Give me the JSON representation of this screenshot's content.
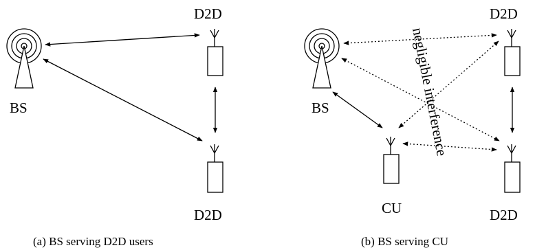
{
  "panel_a": {
    "bs_label": "BS",
    "d2d_top_label": "D2D",
    "d2d_bottom_label": "D2D",
    "caption": "(a) BS serving D2D users"
  },
  "panel_b": {
    "bs_label": "BS",
    "d2d_top_label": "D2D",
    "d2d_bottom_label": "D2D",
    "cu_label": "CU",
    "interference_label": "negligible interference",
    "caption": "(b) BS serving CU"
  }
}
